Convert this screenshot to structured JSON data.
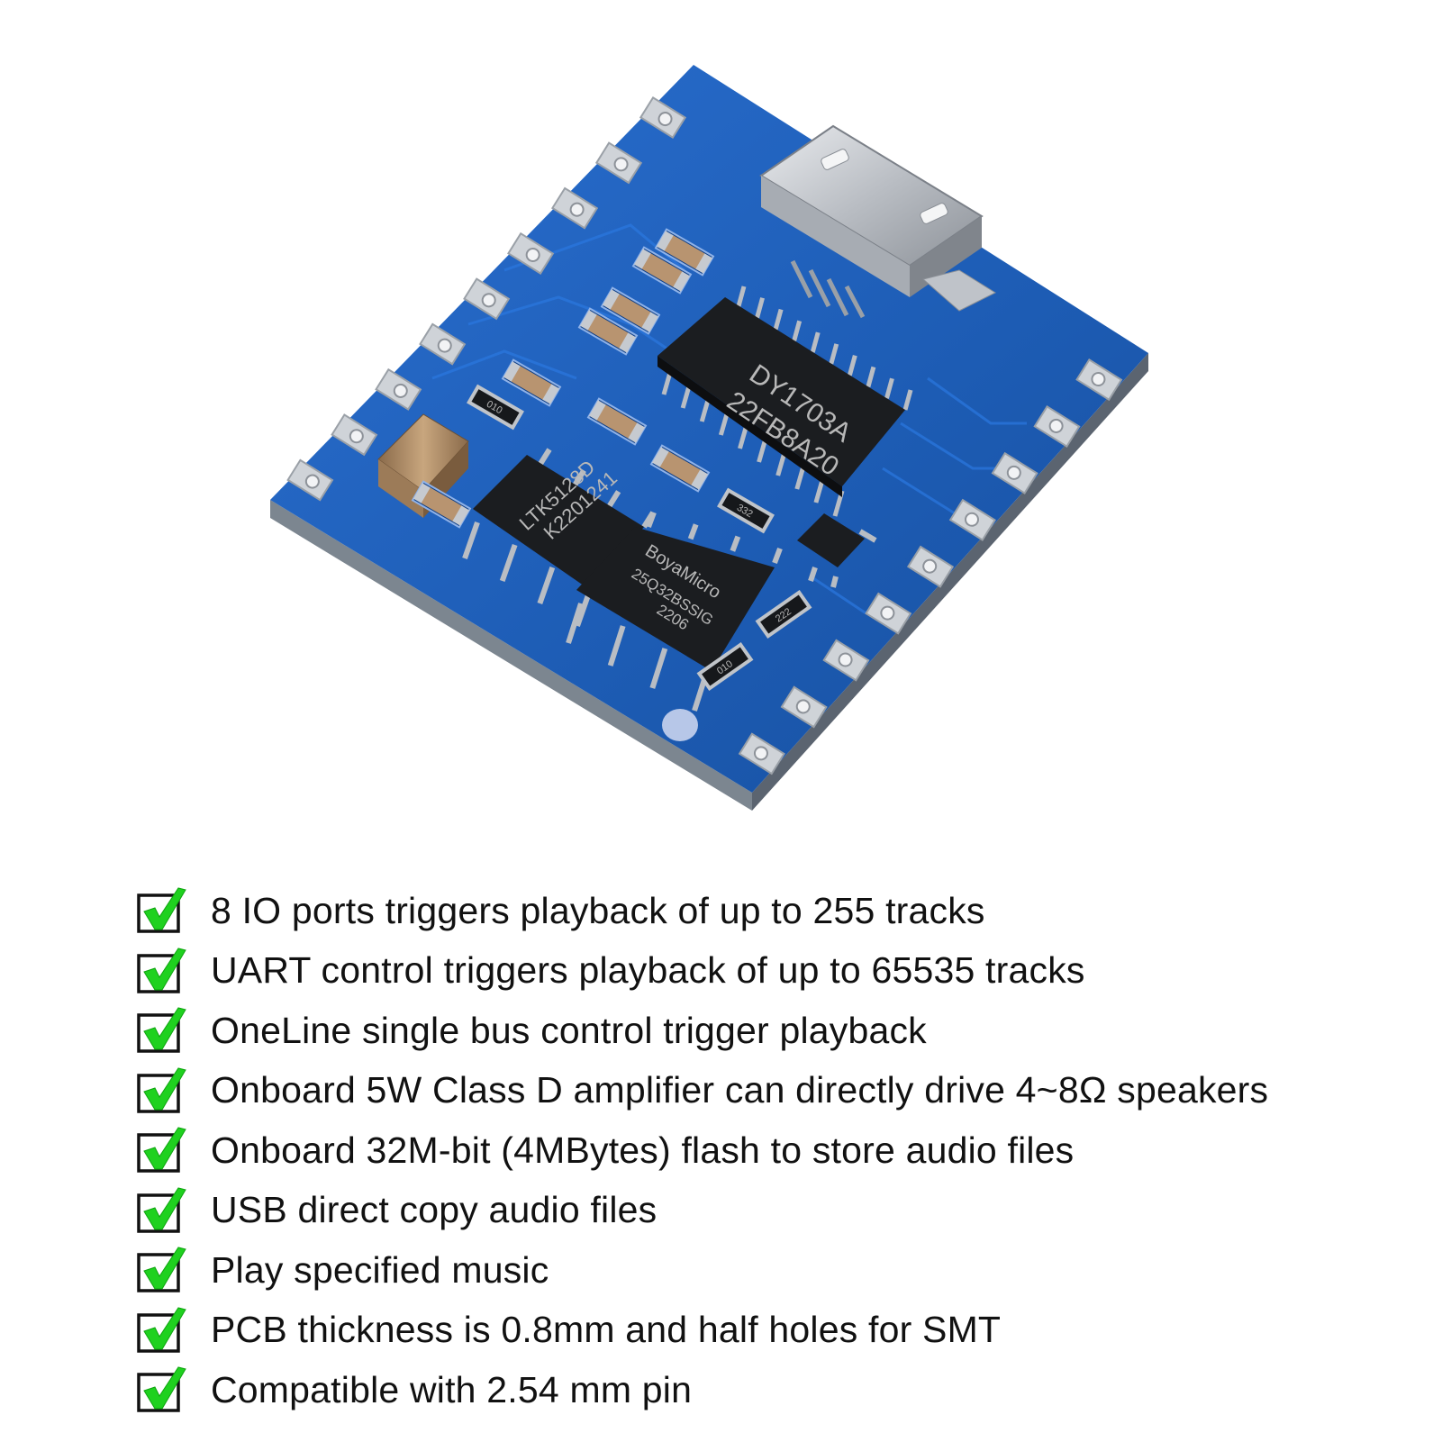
{
  "colors": {
    "pcb_blue": "#1f5fb8",
    "pcb_edge": "#5b6470",
    "chip_black": "#1b1d20",
    "pad_silver": "#cfd3d8",
    "check_green": "#1fd11f",
    "text": "#111111"
  },
  "board": {
    "main_chip": {
      "line1": "DY1703A",
      "line2": "22FB8A20"
    },
    "amp_chip": {
      "line1": "LTK5128D",
      "line2": "K2201241"
    },
    "flash_chip": {
      "line1": "BoyaMicro",
      "line2": "25Q32BSSIG",
      "line3": "2206"
    },
    "resistor_labels": [
      "010",
      "332",
      "222",
      "010"
    ]
  },
  "features": {
    "icon": "checkbox-checked-icon",
    "items": [
      "8 IO ports triggers playback of up to 255 tracks",
      "UART control triggers playback of up to 65535 tracks",
      "OneLine single bus control trigger playback",
      "Onboard 5W Class D amplifier can directly drive 4~8Ω speakers",
      "Onboard 32M-bit (4MBytes) flash to store audio files",
      "USB direct copy audio files",
      "Play specified music",
      "PCB thickness is 0.8mm and half holes for SMT",
      "Compatible with 2.54 mm pin"
    ]
  }
}
